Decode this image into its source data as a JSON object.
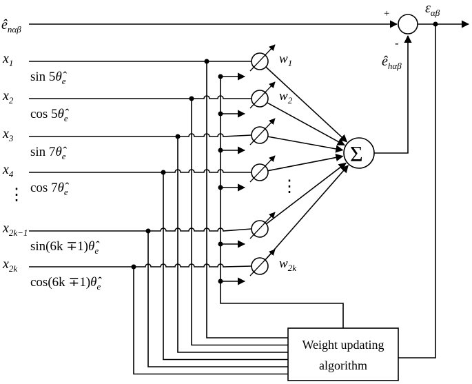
{
  "diagram": {
    "input_top": {
      "main": "ê",
      "sub": "nαβ"
    },
    "output": {
      "main": "ε",
      "sub": "αβ"
    },
    "feedback": {
      "main": "ê",
      "sub": "hαβ"
    },
    "plus_sign": "+",
    "minus_sign": "-",
    "sum_symbol": "Σ",
    "dots": ":",
    "inputs": [
      {
        "x_main": "x",
        "x_sub": "1",
        "func": "sin 5",
        "func_tail": "θ̂",
        "func_sub": "e",
        "weight_main": "w",
        "weight_sub": "1"
      },
      {
        "x_main": "x",
        "x_sub": "2",
        "func": "cos 5",
        "func_tail": "θ̂",
        "func_sub": "e",
        "weight_main": "w",
        "weight_sub": "2"
      },
      {
        "x_main": "x",
        "x_sub": "3",
        "func": "sin 7",
        "func_tail": "θ̂",
        "func_sub": "e",
        "weight_main": "",
        "weight_sub": ""
      },
      {
        "x_main": "x",
        "x_sub": "4",
        "func": "cos 7",
        "func_tail": "θ̂",
        "func_sub": "e",
        "weight_main": "",
        "weight_sub": ""
      },
      {
        "x_main": "x",
        "x_sub": "2k−1",
        "func": "sin(6k ∓1)",
        "func_tail": "θ̂",
        "func_sub": "e",
        "weight_main": "",
        "weight_sub": ""
      },
      {
        "x_main": "x",
        "x_sub": "2k",
        "func": "cos(6k ∓1)",
        "func_tail": "θ̂",
        "func_sub": "e",
        "weight_main": "w",
        "weight_sub": "2k"
      }
    ],
    "weight_box": {
      "line1": "Weight updating",
      "line2": "algorithm"
    }
  }
}
